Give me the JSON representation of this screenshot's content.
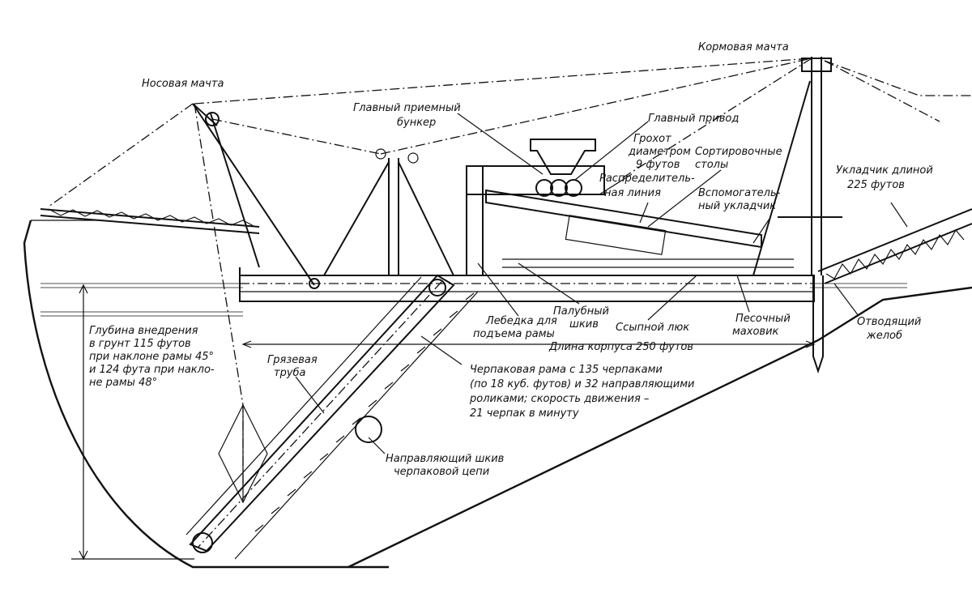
{
  "labels": {
    "bow_mast": "Носовая мачта",
    "stern_mast": "Кормовая мачта",
    "main_hopper_1": "Главный приемный",
    "main_hopper_2": "бункер",
    "main_drive": "Главный привод",
    "screen_1": "Грохот",
    "screen_2": "диаметром",
    "screen_3": "9 футов",
    "sorting_1": "Сортировочные",
    "sorting_2": "столы",
    "distrib_1": "Распределитель-",
    "distrib_2": "ная линия",
    "aux_1": "Вспомогатель-",
    "aux_2": "ный укладчик",
    "stacker_1": "Укладчик длиной",
    "stacker_2": "225 футов",
    "depth_1": "Глубина внедрения",
    "depth_2": "в грунт 115 футов",
    "depth_3": "при наклоне рамы 45°",
    "depth_4": "и 124 фута при накло-",
    "depth_5": "не рамы 48°",
    "mud_1": "Грязевая",
    "mud_2": "труба",
    "winch_1": "Лебедка для",
    "winch_2": "подъема рамы",
    "deck_1": "Палубный",
    "deck_2": "шкив",
    "hatch": "Ссыпной люк",
    "sand_1": "Песочный",
    "sand_2": "маховик",
    "chute_1": "Отводящий",
    "chute_2": "желоб",
    "hull": "Длина корпуса 250 футов",
    "ladder_1": "Черпаковая рама с 135 черпаками",
    "ladder_2": "(по 18 куб. футов) и 32 направляющими",
    "ladder_3": "роликами; скорость движения –",
    "ladder_4": "21 черпак в минуту",
    "guide_1": "Направляющий шкив",
    "guide_2": "черпаковой цепи"
  },
  "colors": {
    "ink": "#111111",
    "paper": "#ffffff"
  }
}
